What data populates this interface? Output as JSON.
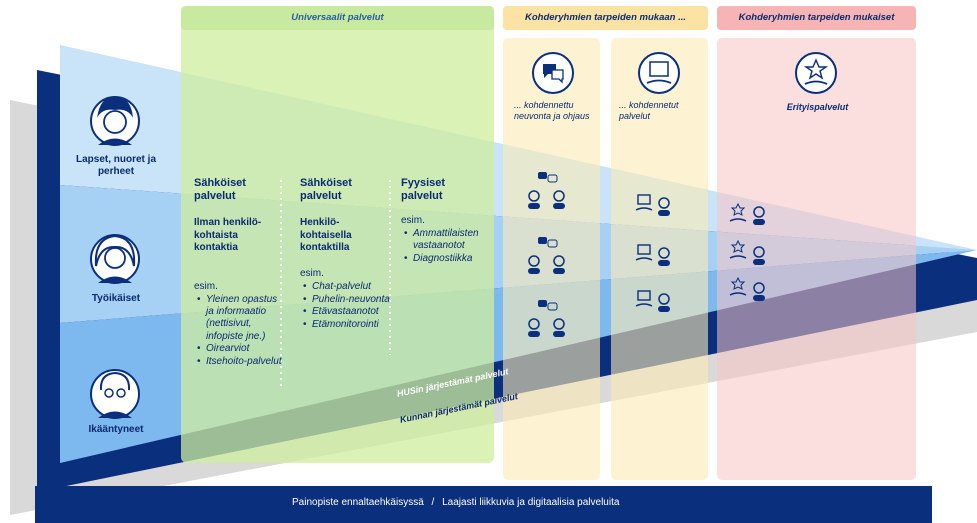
{
  "headers": {
    "universal": "Universaalit palvelut",
    "targeted": "Kohderyhmien tarpeiden mukaan ...",
    "specific": "Kohderyhmien tarpeiden mukaiset"
  },
  "groups": [
    "Lapset, nuoret ja perheet",
    "Työikäiset",
    "Ikääntyneet"
  ],
  "columns": [
    {
      "title": "Sähköiset palvelut",
      "subtitle": "Ilman henkilö-kohtaista kontaktia",
      "esim": "esim.",
      "items": [
        "Yleinen opastus ja informaatio (nettisivut, infopiste jne.)",
        "Oirearviot",
        "Itsehoito-palvelut"
      ]
    },
    {
      "title": "Sähköiset palvelut",
      "subtitle": "Henkilö-kohtaisella kontaktilla",
      "esim": "esim.",
      "items": [
        "Chat-palvelut",
        "Puhelin-neuvonta",
        "Etävastaanotot",
        "Etämonitorointi"
      ]
    },
    {
      "title": "Fyysiset palvelut",
      "subtitle": "",
      "esim": "esim.",
      "items": [
        "Ammattilaisten vastaanotot",
        "Diagnostiikka"
      ]
    }
  ],
  "targeted": [
    {
      "label": "... kohdennettu neuvonta ja ohjaus",
      "icon": "chat-advice-icon"
    },
    {
      "label": "... kohdennetut palvelut",
      "icon": "service-hand-icon"
    }
  ],
  "specific": {
    "label": "Erityispalvelut",
    "icon": "star-hand-icon"
  },
  "bands": {
    "hus": "HUSin järjestämät palvelut",
    "kunta": "Kunnan järjestämät palvelut"
  },
  "footer": {
    "prefix": "Painopiste ennaltaehkäisyssä",
    "separator": "/",
    "suffix": "Laajasti liikkuvia ja digitaalisia palveluita",
    "icon": "target-icon"
  },
  "colors": {
    "navy": "#0a2f7c",
    "green": "#d4f2c5",
    "yellow": "#fdf0cf",
    "pink": "#fbdddd",
    "band_light": "#c9e3f8",
    "band_mid": "#9fcdf3",
    "band_dark": "#74b4ec",
    "gray": "#d9d9d9"
  }
}
